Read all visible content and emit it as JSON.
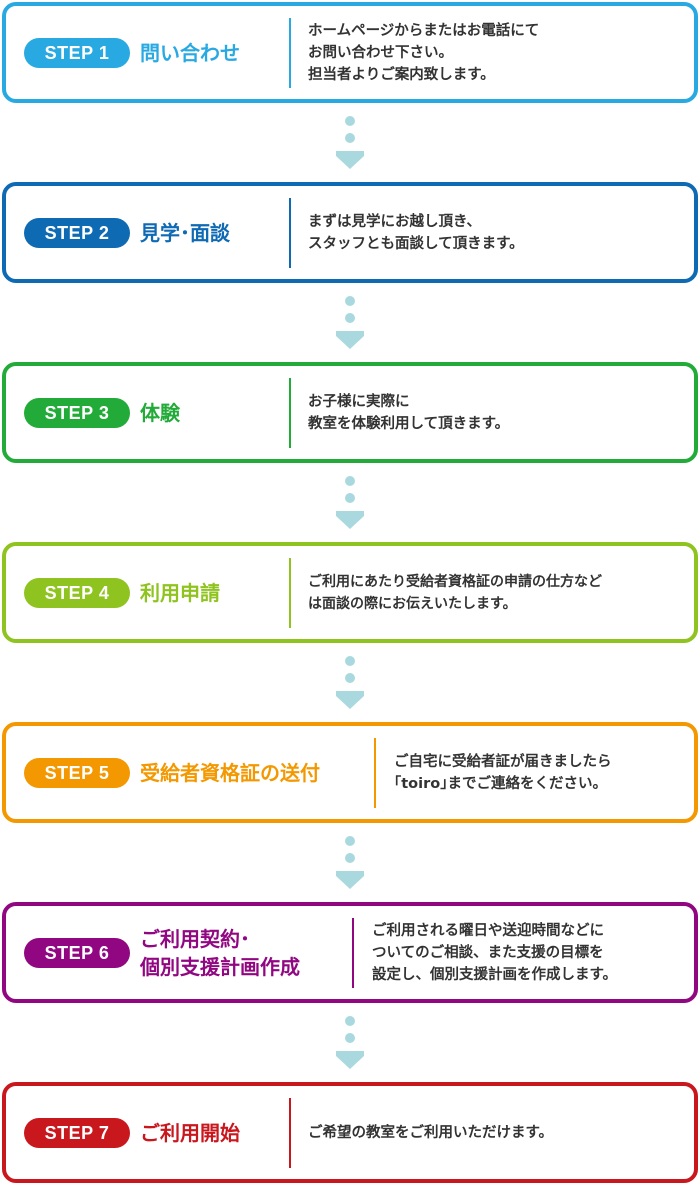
{
  "steps": [
    {
      "badge": "STEP 1",
      "title": "問い合わせ",
      "description": "ホームページからまたはお電話にて\nお問い合わせ下さい。\n担当者よりご案内致します。",
      "color": "#29a9e1"
    },
    {
      "badge": "STEP 2",
      "title": "見学･面談",
      "description": "まずは見学にお越し頂き、\nスタッフとも面談して頂きます。",
      "color": "#0f6ab4"
    },
    {
      "badge": "STEP 3",
      "title": "体験",
      "description": "お子様に実際に\n教室を体験利用して頂きます。",
      "color": "#22ab38"
    },
    {
      "badge": "STEP 4",
      "title": "利用申請",
      "description": "ご利用にあたり受給者資格証の申請の仕方など\nは面談の際にお伝えいたします。",
      "color": "#8fc31f"
    },
    {
      "badge": "STEP 5",
      "title": "受給者資格証の送付",
      "description": "ご自宅に受給者証が届きましたら\n｢toiro｣までご連絡をください。",
      "color": "#f39800"
    },
    {
      "badge": "STEP 6",
      "title": "ご利用契約･\n個別支援計画作成",
      "description": "ご利用される曜日や送迎時間などに\nついてのご相談、また支援の目標を\n設定し、個別支援計画を作成します。",
      "color": "#910782"
    },
    {
      "badge": "STEP 7",
      "title": "ご利用開始",
      "description": "ご希望の教室をご利用いただけます。",
      "color": "#c9171e"
    }
  ],
  "connector_color": "#a9d9de",
  "icons": {
    "connector": "dotted-down-arrow-icon"
  }
}
